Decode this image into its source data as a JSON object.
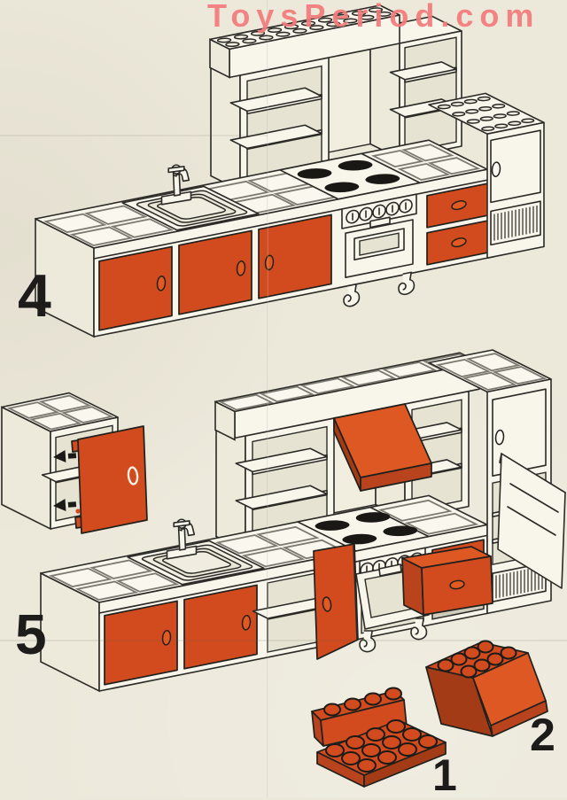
{
  "watermark": {
    "text": "ToysPeriod.com"
  },
  "steps": [
    {
      "number": "4"
    },
    {
      "number": "5"
    }
  ],
  "parts": [
    {
      "label": "1"
    },
    {
      "label": "2"
    }
  ],
  "colors": {
    "paper": "#ece8da",
    "accent_orange": "#d14b1e",
    "outline": "#2b2a26",
    "watermark_pink": "#f37b7b"
  }
}
